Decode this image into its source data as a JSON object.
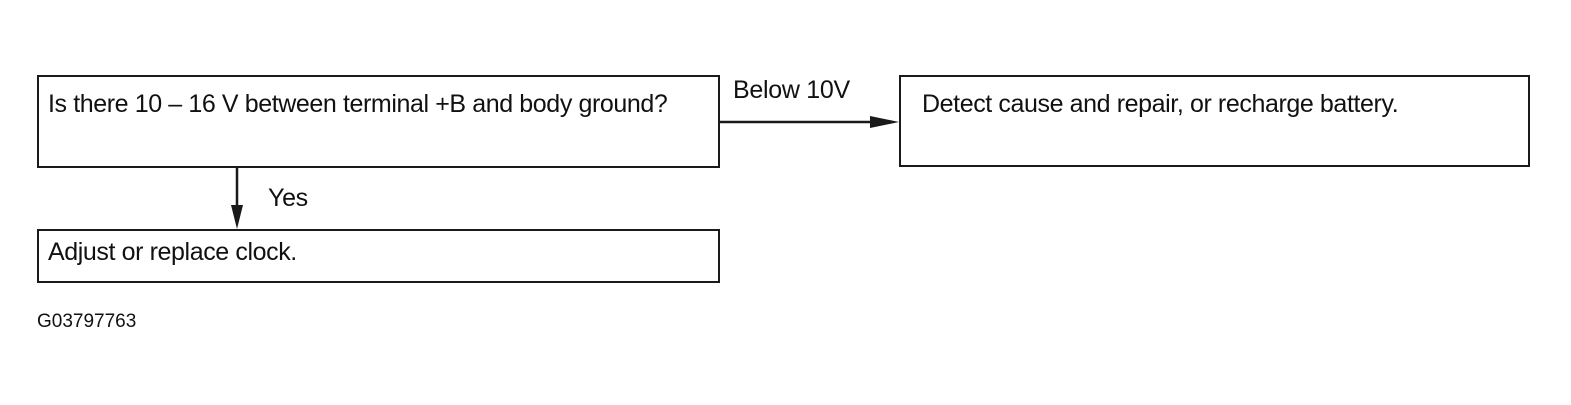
{
  "flowchart": {
    "question": {
      "text": "Is there 10 – 16 V between terminal +B and body ground?"
    },
    "result_low": {
      "text": "Detect cause and repair, or recharge battery."
    },
    "result_yes": {
      "text": "Adjust or replace clock."
    },
    "edges": {
      "low_label": "Below 10V",
      "yes_label": "Yes"
    }
  },
  "figure_id": "G03797763"
}
